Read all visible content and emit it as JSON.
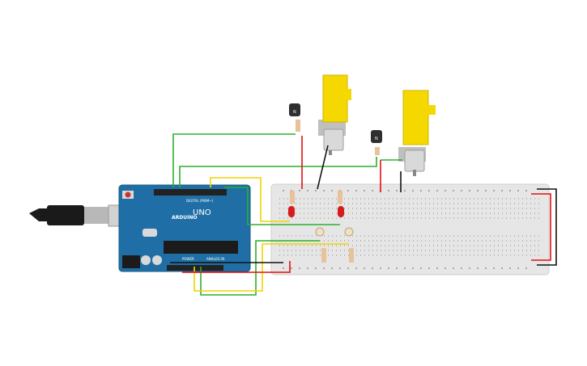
{
  "circuit": {
    "arduino": {
      "brand_text": "ARDUINO",
      "model_text": "UNO",
      "digital_header_label": "DIGITAL (PWM~)",
      "power_label": "POWER",
      "analog_label": "ANALOG IN"
    },
    "transistors": {
      "label": "N"
    }
  },
  "colors": {
    "board_blue": "#1f6fa6",
    "breadboard": "#e6e6e6",
    "motor_yellow": "#f5d800",
    "wire_green": "#2bb02b",
    "wire_yellow": "#f2d400",
    "wire_red": "#e01010",
    "wire_black": "#111111",
    "led_red": "#d71b1b"
  },
  "icons": {
    "usb_cable": "usb-cable-icon",
    "dc_jack": "power-jack-icon",
    "reset_button": "reset-button-icon"
  }
}
